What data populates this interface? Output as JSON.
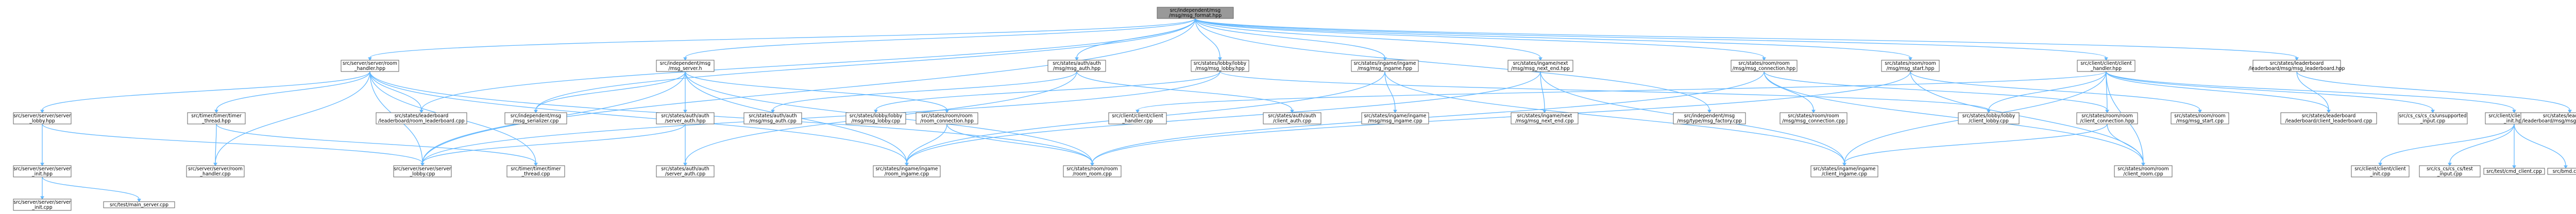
{
  "nodes": [
    {
      "id": "root",
      "root": true,
      "lines": [
        "src/independent/msg",
        "/msg/msg_format.hpp"
      ]
    },
    {
      "id": "room_handler_hpp",
      "lines": [
        "src/server/server/room",
        "_handler.hpp"
      ]
    },
    {
      "id": "msg_server_hpp",
      "lines": [
        "src/independent/msg",
        "/msg_server.h"
      ]
    },
    {
      "id": "msg_auth_hpp",
      "lines": [
        "src/states/auth/auth",
        "/msg/msg_auth.hpp"
      ]
    },
    {
      "id": "msg_lobby_hpp",
      "lines": [
        "src/states/lobby/lobby",
        "/msg/msg_lobby.hpp"
      ]
    },
    {
      "id": "msg_ingame_hpp",
      "lines": [
        "src/states/ingame/ingame",
        "/msg/msg_ingame.hpp"
      ]
    },
    {
      "id": "msg_next_end_hpp",
      "lines": [
        "src/states/ingame/next",
        "/msg/msg_next_end.hpp"
      ]
    },
    {
      "id": "msg_connection_hpp",
      "lines": [
        "src/states/room/room",
        "/msg/msg_connection.hpp"
      ]
    },
    {
      "id": "msg_start_hpp",
      "lines": [
        "src/states/room/room",
        "/msg/msg_start.hpp"
      ]
    },
    {
      "id": "client_handler_hpp",
      "lines": [
        "src/client/client/client",
        "_handler.hpp"
      ]
    },
    {
      "id": "msg_leaderboard_hpp",
      "lines": [
        "src/states/leaderboard",
        "/leaderboard/msg/msg_leaderboard.hpp"
      ]
    },
    {
      "id": "server_lobby_hpp",
      "lines": [
        "src/server/server/server",
        "_lobby.hpp"
      ]
    },
    {
      "id": "timer_thread_hpp",
      "lines": [
        "src/timer/timer/timer",
        "_thread.hpp"
      ]
    },
    {
      "id": "leaderboard_cpp",
      "lines": [
        "src/states/leaderboard",
        "/leaderboard/room_leaderboard.cpp"
      ]
    },
    {
      "id": "msg_server_cpp",
      "lines": [
        "src/independent/msg",
        "/msg_serializer.cpp"
      ]
    },
    {
      "id": "server_auth_hpp",
      "lines": [
        "src/states/auth/auth",
        "/server_auth.hpp"
      ]
    },
    {
      "id": "room_connection_hpp",
      "lines": [
        "src/states/room/room",
        "/room_connection.hpp"
      ]
    },
    {
      "id": "msg_auth_cpp",
      "lines": [
        "src/states/auth/auth",
        "/msg/msg_auth.cpp"
      ]
    },
    {
      "id": "msg_lobby_cpp",
      "lines": [
        "src/states/lobby/lobby",
        "/msg/msg_lobby.cpp"
      ]
    },
    {
      "id": "client_handler_cpp",
      "lines": [
        "src/client/client/client",
        "_handler.cpp"
      ]
    },
    {
      "id": "client_auth_cpp",
      "lines": [
        "src/states/auth/auth",
        "/client_auth.cpp"
      ]
    },
    {
      "id": "msg_ingame_cpp",
      "lines": [
        "src/states/ingame/ingame",
        "/msg/msg_ingame.cpp"
      ]
    },
    {
      "id": "msg_next_end_cpp",
      "lines": [
        "src/states/ingame/next",
        "/msg/msg_next_end.cpp"
      ]
    },
    {
      "id": "msg_factory_cpp",
      "lines": [
        "src/independent/msg",
        "/msg/type/msg_factory.cpp"
      ]
    },
    {
      "id": "msg_connection_cpp",
      "lines": [
        "src/states/room/room",
        "/msg/msg_connection.cpp"
      ]
    },
    {
      "id": "client_lobby_cpp",
      "lines": [
        "src/states/lobby/lobby",
        "/client_lobby.cpp"
      ]
    },
    {
      "id": "client_connection_hpp",
      "lines": [
        "src/states/room/room",
        "/client_connection.hpp"
      ]
    },
    {
      "id": "msg_start_cpp",
      "lines": [
        "src/states/room/room",
        "/msg/msg_start.cpp"
      ]
    },
    {
      "id": "client_leaderboard_cpp",
      "lines": [
        "src/states/leaderboard",
        "/leaderboard/client_leaderboard.cpp"
      ]
    },
    {
      "id": "cs_unsupported_cpp",
      "lines": [
        "src/cs_cs/cs_cs/unsupported",
        "_input.cpp"
      ]
    },
    {
      "id": "client_init_hpp",
      "lines": [
        "src/client/client/client",
        "_init.hpp"
      ]
    },
    {
      "id": "msg_leaderboard_cpp",
      "lines": [
        "src/states/leaderboard",
        "/leaderboard/msg/msg_leaderboard.cpp"
      ]
    },
    {
      "id": "server_lobby_cpp",
      "lines": [
        "src/server/server/server",
        "_lobby.cpp"
      ]
    },
    {
      "id": "server_init_hpp",
      "lines": [
        "src/server/server/server",
        "_init.hpp"
      ]
    },
    {
      "id": "room_handler_cpp",
      "lines": [
        "src/server/server/room",
        "_handler.cpp"
      ]
    },
    {
      "id": "timer_thread_cpp",
      "lines": [
        "src/timer/timer/timer",
        "_thread.cpp"
      ]
    },
    {
      "id": "server_auth_cpp",
      "lines": [
        "src/states/auth/auth",
        "/server_auth.cpp"
      ]
    },
    {
      "id": "room_ingame_cpp",
      "lines": [
        "src/states/ingame/ingame",
        "/room_ingame.cpp"
      ]
    },
    {
      "id": "room_room_cpp",
      "lines": [
        "src/states/room/room",
        "/room_room.cpp"
      ]
    },
    {
      "id": "client_ingame_cpp",
      "lines": [
        "src/states/ingame/ingame",
        "/client_ingame.cpp"
      ]
    },
    {
      "id": "client_room_cpp",
      "lines": [
        "src/states/room/room",
        "/client_room.cpp"
      ]
    },
    {
      "id": "client_init_cpp",
      "lines": [
        "src/client/client/client",
        "_init.cpp"
      ]
    },
    {
      "id": "cs_cs_input_cpp",
      "lines": [
        "src/cs_cs/cs_cs/test",
        "_input.cpp"
      ]
    },
    {
      "id": "test_client_cpp",
      "lines": [
        "src/test/cmd_client.cpp"
      ]
    },
    {
      "id": "bmd_cc",
      "lines": [
        "src/bmd.cc"
      ]
    },
    {
      "id": "server_init_cpp",
      "lines": [
        "src/server/server/server",
        "_init.cpp"
      ]
    },
    {
      "id": "main_server_cpp",
      "lines": [
        "src/test/main_server.cpp"
      ]
    }
  ],
  "edges": [
    [
      "root",
      "room_handler_hpp"
    ],
    [
      "root",
      "msg_server_hpp"
    ],
    [
      "root",
      "msg_auth_hpp"
    ],
    [
      "root",
      "msg_lobby_hpp"
    ],
    [
      "root",
      "msg_ingame_hpp"
    ],
    [
      "root",
      "msg_next_end_hpp"
    ],
    [
      "root",
      "msg_connection_hpp"
    ],
    [
      "root",
      "msg_start_hpp"
    ],
    [
      "root",
      "client_handler_hpp"
    ],
    [
      "root",
      "msg_leaderboard_hpp"
    ],
    [
      "root",
      "leaderboard_cpp"
    ],
    [
      "root",
      "msg_factory_cpp"
    ],
    [
      "root",
      "server_lobby_cpp"
    ],
    [
      "root",
      "msg_server_cpp"
    ],
    [
      "room_handler_hpp",
      "server_lobby_hpp"
    ],
    [
      "room_handler_hpp",
      "timer_thread_hpp"
    ],
    [
      "room_handler_hpp",
      "leaderboard_cpp"
    ],
    [
      "room_handler_hpp",
      "server_lobby_cpp"
    ],
    [
      "room_handler_hpp",
      "room_handler_cpp"
    ],
    [
      "room_handler_hpp",
      "timer_thread_cpp"
    ],
    [
      "room_handler_hpp",
      "room_ingame_cpp"
    ],
    [
      "room_handler_hpp",
      "room_room_cpp"
    ],
    [
      "msg_server_hpp",
      "msg_server_cpp"
    ],
    [
      "msg_server_hpp",
      "server_auth_hpp"
    ],
    [
      "msg_server_hpp",
      "room_connection_hpp"
    ],
    [
      "msg_server_hpp",
      "server_lobby_cpp"
    ],
    [
      "msg_server_hpp",
      "room_ingame_cpp"
    ],
    [
      "msg_server_hpp",
      "room_room_cpp"
    ],
    [
      "msg_auth_hpp",
      "msg_auth_cpp"
    ],
    [
      "msg_auth_hpp",
      "client_auth_cpp"
    ],
    [
      "msg_auth_hpp",
      "server_auth_cpp"
    ],
    [
      "msg_lobby_hpp",
      "msg_lobby_cpp"
    ],
    [
      "msg_lobby_hpp",
      "client_lobby_cpp"
    ],
    [
      "msg_lobby_hpp",
      "server_lobby_cpp"
    ],
    [
      "msg_ingame_hpp",
      "msg_ingame_cpp"
    ],
    [
      "msg_ingame_hpp",
      "room_ingame_cpp"
    ],
    [
      "msg_ingame_hpp",
      "client_ingame_cpp"
    ],
    [
      "msg_next_end_hpp",
      "msg_next_end_cpp"
    ],
    [
      "msg_next_end_hpp",
      "room_ingame_cpp"
    ],
    [
      "msg_next_end_hpp",
      "client_ingame_cpp"
    ],
    [
      "msg_connection_hpp",
      "msg_connection_cpp"
    ],
    [
      "msg_connection_hpp",
      "client_connection_hpp"
    ],
    [
      "msg_connection_hpp",
      "room_room_cpp"
    ],
    [
      "msg_connection_hpp",
      "client_room_cpp"
    ],
    [
      "msg_start_hpp",
      "msg_start_cpp"
    ],
    [
      "msg_start_hpp",
      "client_room_cpp"
    ],
    [
      "msg_start_hpp",
      "room_room_cpp"
    ],
    [
      "client_handler_hpp",
      "client_handler_cpp"
    ],
    [
      "client_handler_hpp",
      "client_lobby_cpp"
    ],
    [
      "client_handler_hpp",
      "client_leaderboard_cpp"
    ],
    [
      "client_handler_hpp",
      "cs_unsupported_cpp"
    ],
    [
      "client_handler_hpp",
      "client_init_hpp"
    ],
    [
      "client_handler_hpp",
      "client_ingame_cpp"
    ],
    [
      "client_handler_hpp",
      "client_room_cpp"
    ],
    [
      "client_handler_hpp",
      "client_connection_hpp"
    ],
    [
      "msg_leaderboard_hpp",
      "msg_leaderboard_cpp"
    ],
    [
      "msg_leaderboard_hpp",
      "client_leaderboard_cpp"
    ],
    [
      "server_lobby_hpp",
      "server_init_hpp"
    ],
    [
      "server_lobby_hpp",
      "server_lobby_cpp"
    ],
    [
      "timer_thread_hpp",
      "room_handler_cpp"
    ],
    [
      "timer_thread_hpp",
      "timer_thread_cpp"
    ],
    [
      "server_auth_hpp",
      "server_auth_cpp"
    ],
    [
      "server_auth_hpp",
      "server_lobby_cpp"
    ],
    [
      "room_connection_hpp",
      "room_room_cpp"
    ],
    [
      "room_connection_hpp",
      "room_ingame_cpp"
    ],
    [
      "client_connection_hpp",
      "client_room_cpp"
    ],
    [
      "client_connection_hpp",
      "client_ingame_cpp"
    ],
    [
      "client_init_hpp",
      "client_init_cpp"
    ],
    [
      "client_init_hpp",
      "cs_cs_input_cpp"
    ],
    [
      "client_init_hpp",
      "test_client_cpp"
    ],
    [
      "client_init_hpp",
      "bmd_cc"
    ],
    [
      "server_init_hpp",
      "server_init_cpp"
    ],
    [
      "server_init_hpp",
      "main_server_cpp"
    ]
  ]
}
